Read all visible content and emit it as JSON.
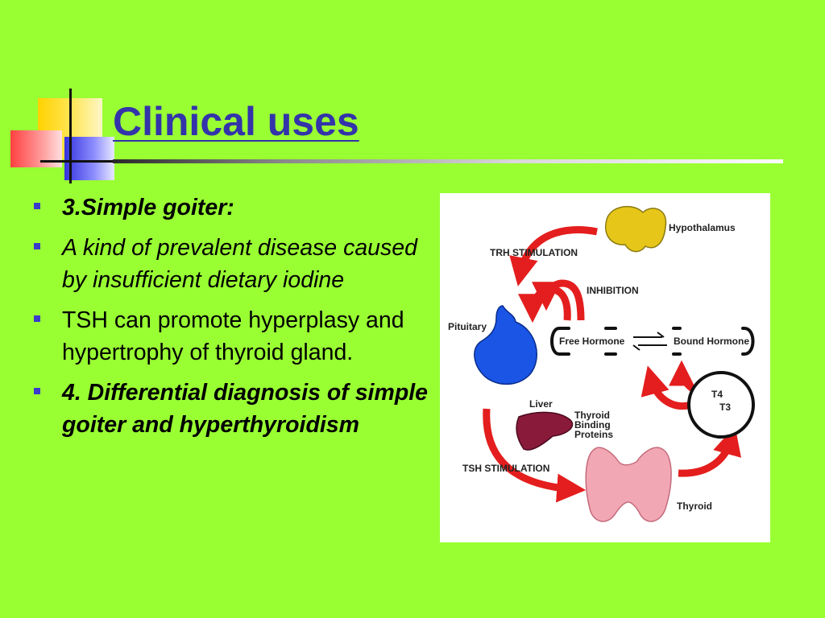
{
  "slide": {
    "title": "Clinical uses",
    "bullets": [
      {
        "text": "3.Simple goiter:",
        "style": "bold-italic"
      },
      {
        "text": "A kind of prevalent disease caused by insufficient dietary iodine",
        "style": "italic"
      },
      {
        "text": "TSH can promote hyperplasy and hypertrophy of thyroid gland.",
        "style": "normal"
      },
      {
        "text": "4. Differential diagnosis of simple goiter and hyperthyroidism",
        "style": "bold-italic"
      }
    ]
  },
  "diagram": {
    "hypothalamus": "Hypothalamus",
    "trh_stimulation": "TRH STIMULATION",
    "inhibition": "INHIBITION",
    "pituitary": "Pituitary",
    "free_hormone": "Free Hormone",
    "bound_hormone": "Bound Hormone",
    "t4": "T4",
    "t3": "T3",
    "liver": "Liver",
    "binding_proteins": [
      "Thyroid",
      "Binding",
      "Proteins"
    ],
    "tsh_stimulation": "TSH STIMULATION",
    "thyroid": "Thyroid"
  },
  "colors": {
    "background": "#99ff33",
    "title": "#3333aa",
    "bullet_marker": "#3a3acc",
    "arrow": "#e41e1e",
    "pituitary": "#1a55e6",
    "hypothalamus": "#e6c619",
    "liver": "#8a1a3a",
    "thyroid": "#f2a7b4"
  }
}
